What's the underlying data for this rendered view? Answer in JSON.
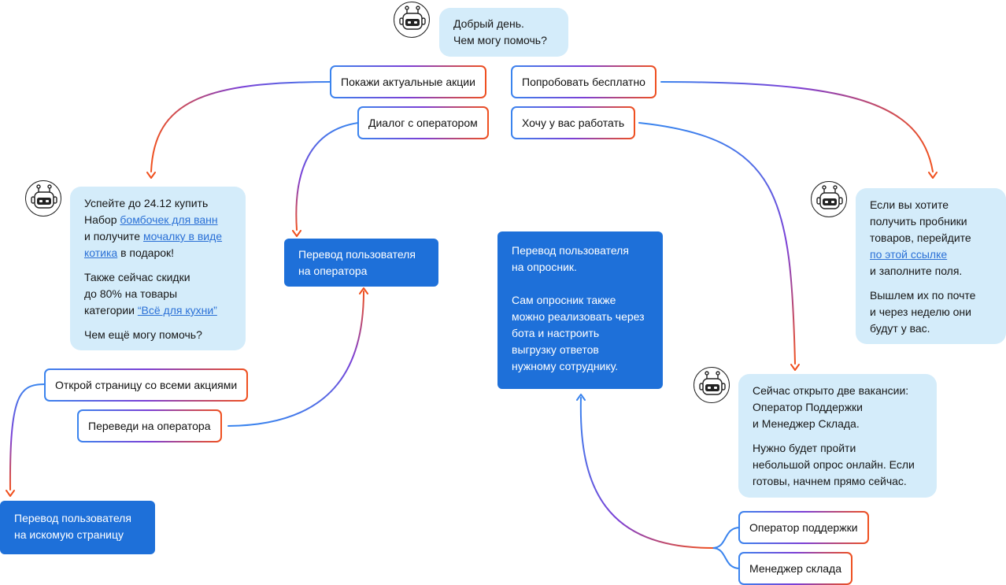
{
  "greeting": {
    "line1": "Добрый день.",
    "line2": "Чем могу помочь?"
  },
  "top_replies": {
    "promos": "Покажи актуальные акции",
    "free_trial": "Попробовать бесплатно",
    "operator_dialog": "Диалог с оператором",
    "work": "Хочу у вас работать"
  },
  "promo_bubble": {
    "l1": "Успейте до 24.12 купить",
    "l2_pre": "Набор ",
    "l2_link": "бомбочек для ванн",
    "l3_pre": "и получите ",
    "l3_link": "мочалку в виде",
    "l4_link": "котика",
    "l4_post": " в подарок!",
    "p2_l1": "Также сейчас скидки",
    "p2_l2": "до 80% на товары",
    "p2_l3_pre": "категории ",
    "p2_l3_link": "“Всё для кухни”",
    "p3": "Чем ещё могу помочь?"
  },
  "promo_replies": {
    "open_page": "Открой страницу со всеми акциями",
    "to_operator": "Переведи на оператора"
  },
  "actions": {
    "to_page": {
      "l1": "Перевод пользователя",
      "l2": "на искомую страницу"
    },
    "to_operator": {
      "l1": "Перевод пользователя",
      "l2": "на оператора"
    },
    "to_survey": {
      "l1": "Перевод пользователя",
      "l2": "на опросник.",
      "p2_l1": "Сам опросник также",
      "p2_l2": "можно реализовать через",
      "p2_l3": "бота и настроить",
      "p2_l4": "выгрузку ответов",
      "p2_l5": "нужному сотруднику."
    }
  },
  "trial_bubble": {
    "l1": "Если вы хотите",
    "l2": "получить пробники",
    "l3": "товаров, перейдите",
    "l4_link": "по этой ссылке",
    "l5": "и заполните поля.",
    "p2_l1": "Вышлем их по почте",
    "p2_l2": "и через неделю они",
    "p2_l3": "будут у вас."
  },
  "job_bubble": {
    "l1": "Сейчас открыто две вакансии:",
    "l2": "Оператор Поддержки",
    "l3": "и Менеджер Склада.",
    "p2_l1": "Нужно будет пройти",
    "p2_l2": "небольшой опрос онлайн. Если",
    "p2_l3": "готовы, начнем прямо сейчас."
  },
  "job_replies": {
    "support": "Оператор поддержки",
    "warehouse": "Менеджер склада"
  },
  "colors": {
    "bubble": "#d4ecfa",
    "action": "#1e70d9",
    "link": "#2a70d6",
    "gradient_start": "#3a84ee",
    "gradient_mid": "#7b3fd6",
    "gradient_end": "#f0501e"
  },
  "icons": {
    "bot_avatar": "robot-head-icon"
  }
}
